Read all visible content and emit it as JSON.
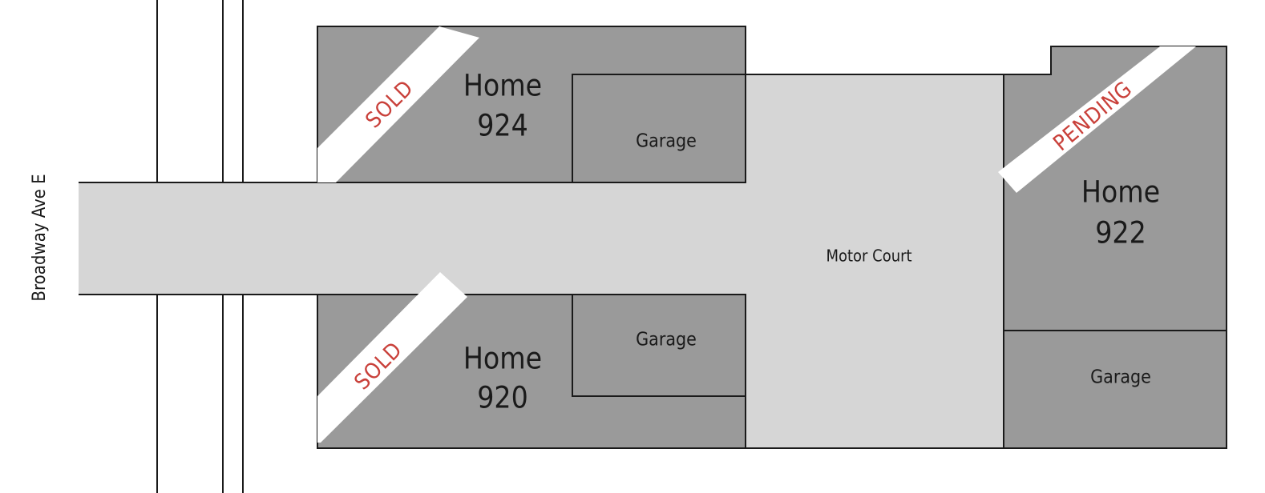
{
  "street": {
    "name": "Broadway Ave E"
  },
  "motor_court": {
    "label": "Motor Court"
  },
  "homes": [
    {
      "id": "924",
      "line1": "Home",
      "line2": "924",
      "garage_label": "Garage",
      "status": "SOLD"
    },
    {
      "id": "920",
      "line1": "Home",
      "line2": "920",
      "garage_label": "Garage",
      "status": "SOLD"
    },
    {
      "id": "922",
      "line1": "Home",
      "line2": "922",
      "garage_label": "Garage",
      "status": "PENDING"
    }
  ],
  "colors": {
    "building": "#9a9a9a",
    "pavement": "#d6d6d6",
    "outline": "#1a1a1a",
    "banner": "#ffffff",
    "status_text": "#c9403a"
  }
}
